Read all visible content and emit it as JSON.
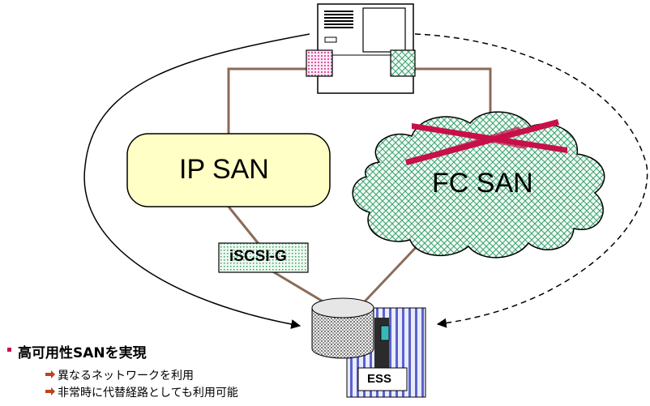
{
  "diagram": {
    "ip_san_label": "IP SAN",
    "fc_san_label": "FC SAN",
    "gateway_label": "iSCSI-G",
    "storage_label": "ESS"
  },
  "notes": {
    "heading": "高可用性SANを実現",
    "items": [
      "異なるネットワークを利用",
      "非常時に代替経路としても利用可能"
    ]
  },
  "colors": {
    "link": "#8b6b58",
    "ip_san_fill": "#ffffc6",
    "fc_cross": "#c8104a",
    "pink_port": "#e07fbf",
    "green_pattern": "#3aa06e",
    "blue_stripes": "#5a63c9",
    "teal_led": "#3bb7b7"
  }
}
